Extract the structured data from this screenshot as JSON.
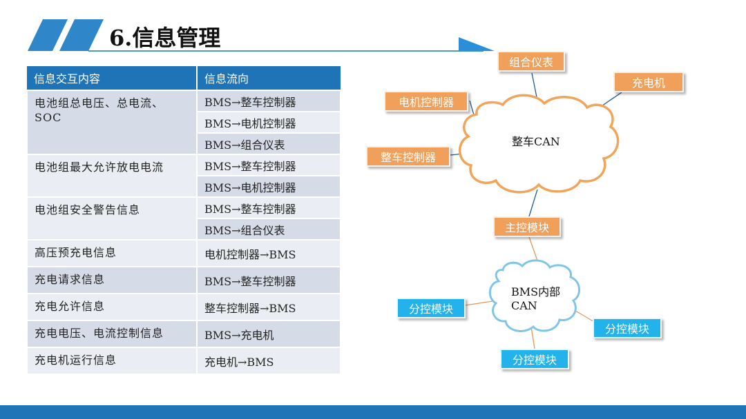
{
  "title": "6.信息管理",
  "table": {
    "headers": [
      "信息交互内容",
      "信息流向"
    ],
    "groups": [
      {
        "content": "电池组总电压、总电流、SOC",
        "flows": [
          "BMS→整车控制器",
          "BMS→电机控制器",
          "BMS→组合仪表"
        ]
      },
      {
        "content": "电池组最大允许放电电流",
        "flows": [
          "BMS→整车控制器",
          "BMS→电机控制器"
        ]
      },
      {
        "content": "电池组安全警告信息",
        "flows": [
          "BMS→整车控制器",
          "BMS→组合仪表"
        ]
      },
      {
        "content": "高压预充电信息",
        "flows": [
          "电机控制器→BMS"
        ]
      },
      {
        "content": "充电请求信息",
        "flows": [
          "BMS→整车控制器"
        ]
      },
      {
        "content": "充电允许信息",
        "flows": [
          "整车控制器→BMS"
        ]
      },
      {
        "content": "充电电压、电流控制信息",
        "flows": [
          "BMS→充电机"
        ]
      },
      {
        "content": "充电机运行信息",
        "flows": [
          "充电机→BMS"
        ]
      }
    ]
  },
  "diagram": {
    "vehicle_can": "整车CAN",
    "bms_can_line1": "BMS内部",
    "bms_can_line2": "CAN",
    "nodes": {
      "instrument": "组合仪表",
      "charger": "充电机",
      "motor_controller": "电机控制器",
      "vehicle_controller": "整车控制器",
      "master_module": "主控模块",
      "slave_left": "分控模块",
      "slave_right": "分控模块",
      "slave_bottom": "分控模块"
    }
  },
  "colors": {
    "primary_blue": "#1f74b7",
    "accent_blue": "#23b2ea",
    "orange": "#f0a05a",
    "cloud_orange": "#f0a55a",
    "cloud_blue": "#7fc6e6",
    "table_dark": "#d6dce7",
    "table_light": "#eaedf3"
  }
}
